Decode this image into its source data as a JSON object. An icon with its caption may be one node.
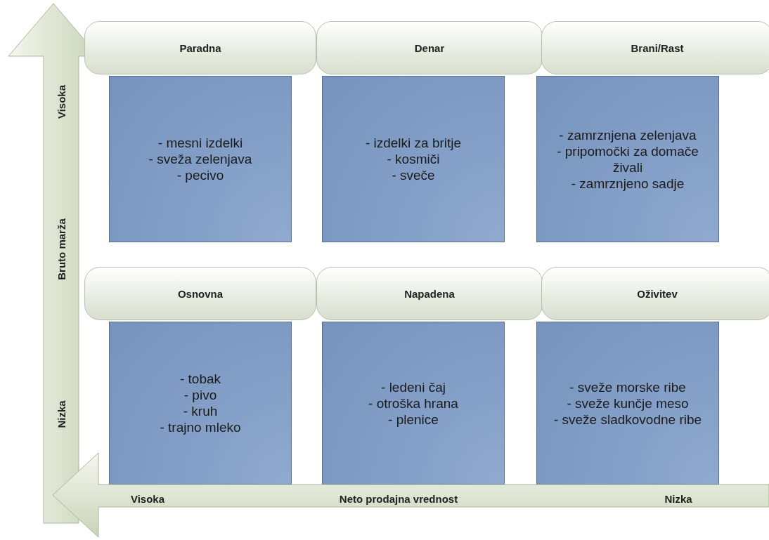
{
  "diagram": {
    "nodes": [
      {
        "text": [
          "Paradna"
        ]
      },
      {
        "text": [
          "Denar"
        ]
      },
      {
        "text": [
          "Brani/Rast"
        ]
      },
      {
        "text": [
          "- mesni izdelki",
          "- sveža zelenjava",
          "- pecivo"
        ]
      },
      {
        "text": [
          "- izdelki za britje",
          "- kosmiči",
          "- sveče"
        ]
      },
      {
        "text": [
          "- zamrznjena zelenjava",
          "- pripomočki za domače živali",
          "- zamrznjeno sadje"
        ]
      },
      {
        "text": [
          "Osnovna"
        ]
      },
      {
        "text": [
          "Napadena"
        ]
      },
      {
        "text": [
          "Oživitev"
        ]
      },
      {
        "text": [
          "- tobak",
          "- pivo",
          "- kruh",
          "- trajno mleko"
        ]
      },
      {
        "text": [
          "- ledeni čaj",
          "- otroška hrana",
          "- plenice"
        ]
      },
      {
        "text": [
          "- sveže morske ribe",
          "- sveže kunčje meso",
          "- sveže sladkovodne ribe"
        ]
      }
    ],
    "edges": [],
    "labels": [
      "Visoka",
      "Bruto marža",
      "Nizka",
      "Visoka",
      "Neto prodajna vrednost",
      "Nizka"
    ]
  }
}
